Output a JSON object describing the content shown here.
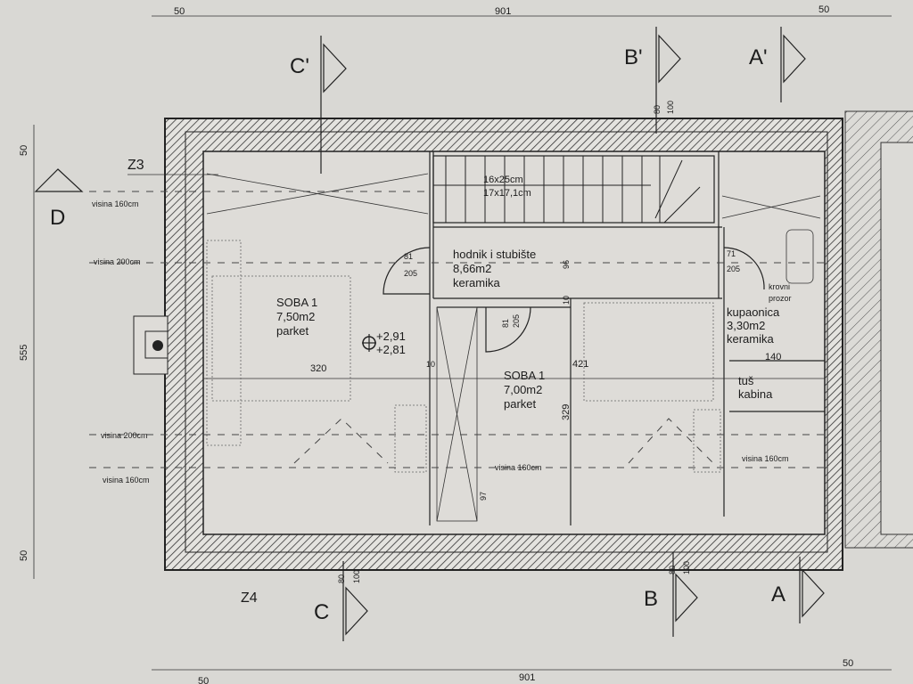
{
  "dimensions": {
    "top_left": "50",
    "top_total": "901",
    "top_right": "50",
    "bottom_left": "50",
    "bottom_total": "901",
    "bottom_right": "50",
    "left_top": "50",
    "left_total": "555",
    "left_bottom": "50"
  },
  "section_markers": {
    "c_prime": "C'",
    "b_prime": "B'",
    "a_prime": "A'",
    "c": "C",
    "b": "B",
    "a": "A",
    "d": "D",
    "z3": "Z3",
    "z4": "Z4"
  },
  "height_labels": {
    "v160_top": "visina 160cm",
    "v200_top": "visina 200cm",
    "v200_bottom": "visina 200cm",
    "v160_bottom": "visina 160cm",
    "v160_mid": "visina 160cm",
    "v160_right": "visina 160cm"
  },
  "rooms": {
    "soba_left": {
      "name": "SOBA 1",
      "area": "7,50m2",
      "floor": "parket",
      "width": "320"
    },
    "soba_mid": {
      "name": "SOBA 1",
      "area": "7,00m2",
      "floor": "parket",
      "width": "421",
      "depth": "329"
    },
    "hodnik": {
      "name": "hodnik i stubište",
      "area": "8,66m2",
      "floor": "keramika"
    },
    "kupaonica": {
      "name": "kupaonica",
      "area": "3,30m2",
      "floor": "keramika",
      "width": "140"
    },
    "tus": {
      "line1": "tuš",
      "line2": "kabina"
    },
    "krovni": {
      "line1": "krovni",
      "line2": "prozor"
    }
  },
  "stairs": {
    "line1": "16x25cm",
    "line2": "17x17,1cm"
  },
  "doors": {
    "d1_w": "81",
    "d1_h": "205",
    "d2_w": "71",
    "d2_h": "205",
    "d3_w": "81",
    "d3_h": "205"
  },
  "levels": {
    "upper": "+2,91",
    "lower": "+2,81"
  },
  "misc_dims": {
    "wall10a": "10",
    "wall10b": "10",
    "d96": "96",
    "d97": "97",
    "w80t": "80",
    "w100t": "100",
    "w80b": "80",
    "w100b": "100",
    "w80c": "80",
    "w100c": "100"
  }
}
